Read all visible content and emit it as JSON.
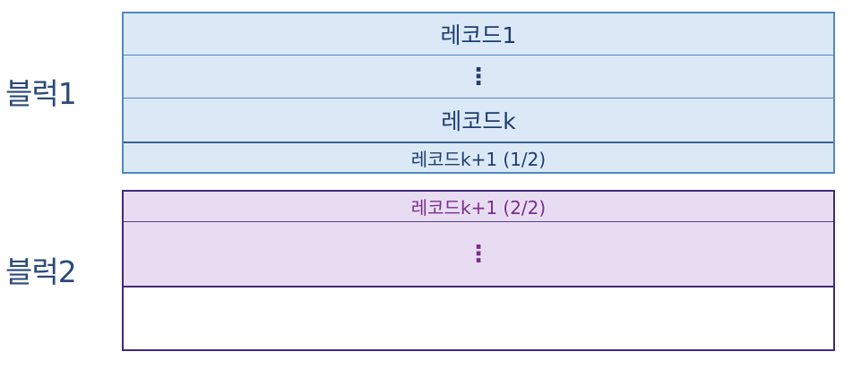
{
  "block1": {
    "label": "블럭1",
    "rows": [
      "레코드1",
      "⋮",
      "레코드k",
      "레코드k+1 (1/2)"
    ]
  },
  "block2": {
    "label": "블럭2",
    "rows": [
      "레코드k+1 (2/2)",
      "⋮",
      ""
    ]
  },
  "colors": {
    "block1_fill": "#dbe9f7",
    "block1_border": "#4f86c6",
    "block1_text": "#1f3c6e",
    "block2_fill": "#e8dcf2",
    "block2_border": "#3d2a7a",
    "block2_text": "#7a2e8c",
    "label_text": "#2b4a7a"
  }
}
